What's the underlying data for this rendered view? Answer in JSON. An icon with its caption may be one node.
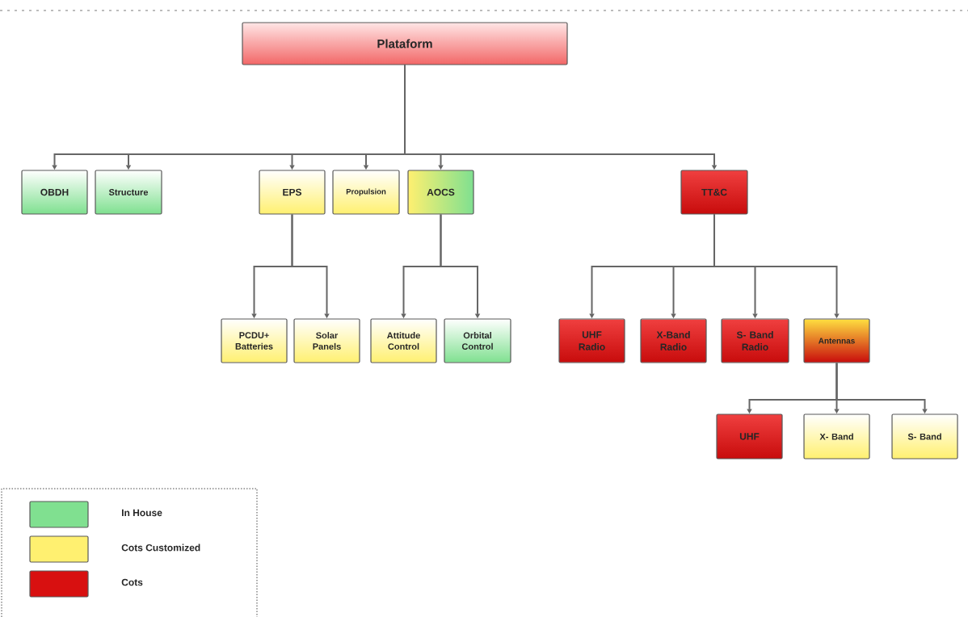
{
  "diagram": {
    "nodes": [
      {
        "text": [
          "Plataform"
        ]
      },
      {
        "text": [
          "OBDH"
        ]
      },
      {
        "text": [
          "Structure"
        ]
      },
      {
        "text": [
          "EPS"
        ]
      },
      {
        "text": [
          "Propulsion"
        ]
      },
      {
        "text": [
          "AOCS"
        ]
      },
      {
        "text": [
          "TT&C"
        ]
      },
      {
        "text": [
          "PCDU+ Batteries"
        ]
      },
      {
        "text": [
          "Solar Panels"
        ]
      },
      {
        "text": [
          "Attitude Control"
        ]
      },
      {
        "text": [
          "Orbital Control"
        ]
      },
      {
        "text": [
          "UHF Radio"
        ]
      },
      {
        "text": [
          "X-Band Radio"
        ]
      },
      {
        "text": [
          "S- Band Radio"
        ]
      },
      {
        "text": [
          "Antennas"
        ]
      },
      {
        "text": [
          "UHF"
        ]
      },
      {
        "text": [
          "X- Band"
        ]
      },
      {
        "text": [
          "S- Band"
        ]
      }
    ],
    "edges": [
      {
        "from": 0,
        "to": 1,
        "arrow": "to"
      },
      {
        "from": 0,
        "to": 2,
        "arrow": "to"
      },
      {
        "from": 0,
        "to": 3,
        "arrow": "to"
      },
      {
        "from": 0,
        "to": 4,
        "arrow": "to"
      },
      {
        "from": 0,
        "to": 5,
        "arrow": "to"
      },
      {
        "from": 0,
        "to": 6,
        "arrow": "to"
      },
      {
        "from": 3,
        "to": 7,
        "arrow": "to"
      },
      {
        "from": 3,
        "to": 8,
        "arrow": "to"
      },
      {
        "from": 5,
        "to": 9,
        "arrow": "to"
      },
      {
        "from": 5,
        "to": 10,
        "arrow": "to"
      },
      {
        "from": 6,
        "to": 11,
        "arrow": "to"
      },
      {
        "from": 6,
        "to": 12,
        "arrow": "to"
      },
      {
        "from": 6,
        "to": 13,
        "arrow": "to"
      },
      {
        "from": 6,
        "to": 14,
        "arrow": "to"
      },
      {
        "from": 14,
        "to": 15,
        "arrow": "to"
      },
      {
        "from": 14,
        "to": 16,
        "arrow": "to"
      },
      {
        "from": 14,
        "to": 17,
        "arrow": "to"
      }
    ],
    "legend": [
      {
        "text": "In House",
        "color": "#80e090"
      },
      {
        "text": "Cots Customized",
        "color": "#fff070"
      },
      {
        "text": "Cots",
        "color": "#d81010"
      }
    ]
  }
}
